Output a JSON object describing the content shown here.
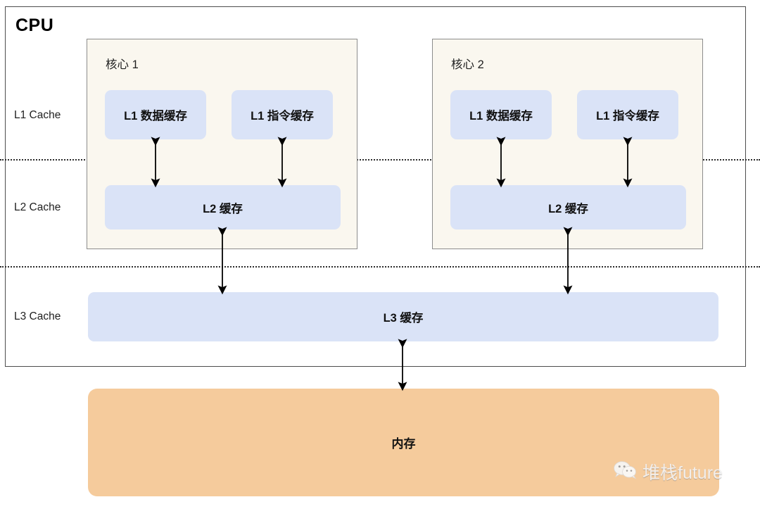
{
  "diagram": {
    "title": "CPU",
    "level_labels": [
      {
        "id": "l1",
        "text": "L1 Cache"
      },
      {
        "id": "l2",
        "text": "L2 Cache"
      },
      {
        "id": "l3",
        "text": "L3 Cache"
      }
    ],
    "cores": [
      {
        "title": "核心 1",
        "l1_data": "L1 数据缓存",
        "l1_instruction": "L1 指令缓存",
        "l2": "L2 缓存"
      },
      {
        "title": "核心 2",
        "l1_data": "L1 数据缓存",
        "l1_instruction": "L1 指令缓存",
        "l2": "L2 缓存"
      }
    ],
    "l3_cache": "L3 缓存",
    "memory": "内存",
    "colors": {
      "cache_fill": "#dae3f7",
      "core_fill": "#faf7ef",
      "memory_fill": "#f5cb9c",
      "cpu_border": "#4d4d4d",
      "core_border": "#8c8c8c",
      "arrow": "#000000",
      "separator": "#2b2b2b"
    }
  },
  "watermark": {
    "text": "堆栈future",
    "icon": "wechat-icon"
  }
}
